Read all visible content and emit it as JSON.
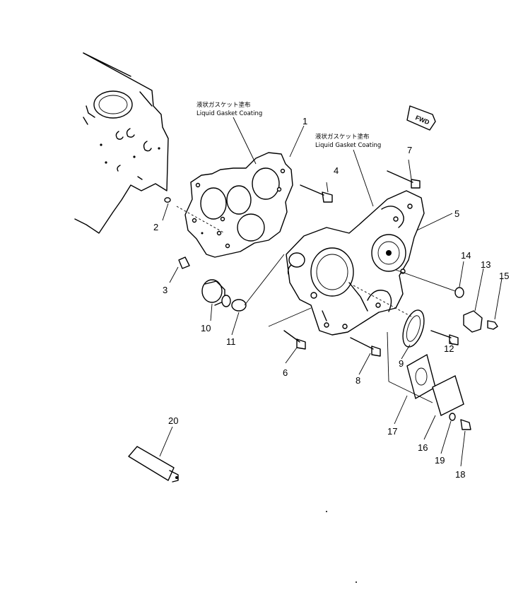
{
  "annotations": [
    {
      "id": "ann-left",
      "jp": "液状ガスケット塗布",
      "en": "Liquid Gasket Coating"
    },
    {
      "id": "ann-right",
      "jp": "液状ガスケット塗布",
      "en": "Liquid Gasket Coating"
    }
  ],
  "direction_label": "FWD",
  "parts": [
    "1",
    "2",
    "3",
    "4",
    "5",
    "6",
    "7",
    "8",
    "9",
    "10",
    "11",
    "12",
    "13",
    "14",
    "15",
    "16",
    "17",
    "18",
    "19",
    "20"
  ]
}
